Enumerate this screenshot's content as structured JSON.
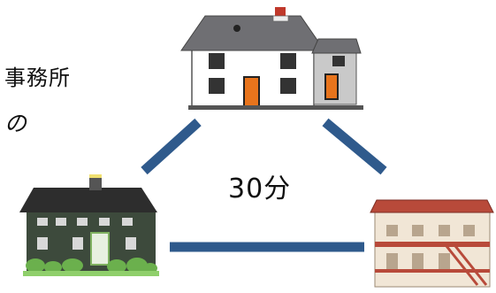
{
  "labels": {
    "office": "事務所",
    "particle": "の",
    "travel_time": "30分"
  },
  "houses": [
    {
      "name": "white-house",
      "icon": "white-house-icon"
    },
    {
      "name": "green-house",
      "icon": "green-house-icon"
    },
    {
      "name": "apartment",
      "icon": "apartment-building-icon"
    }
  ],
  "colors": {
    "connector": "#2f5a8c",
    "white_house_wall": "#ffffff",
    "white_house_roof": "#6f6f73",
    "door": "#e8741c",
    "green_house_wall": "#3d4a3c",
    "apartment_wall": "#f1e6d6",
    "apartment_roof": "#b84a3a"
  }
}
